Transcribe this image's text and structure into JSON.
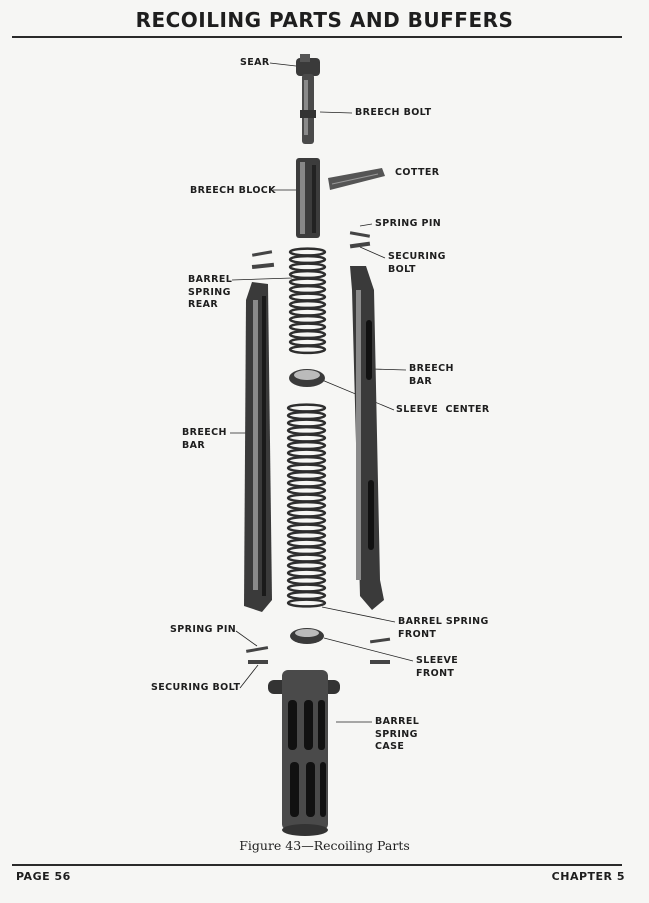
{
  "header": {
    "title": "RECOILING PARTS AND BUFFERS"
  },
  "figure": {
    "caption": "Figure 43—Recoiling Parts",
    "labels": {
      "sear": [
        "SEAR"
      ],
      "breech_bolt": [
        "BREECH BOLT"
      ],
      "breech_block": [
        "BREECH BLOCK"
      ],
      "cotter": [
        "COTTER"
      ],
      "spring_pin_right": [
        "SPRING PIN"
      ],
      "securing_bolt_right": [
        "SECURING",
        "BOLT"
      ],
      "barrel_spring_rear": [
        "BARREL",
        "SPRING",
        "REAR"
      ],
      "breech_bar_right": [
        "BREECH",
        "BAR"
      ],
      "sleeve_center": [
        "SLEEVE  CENTER"
      ],
      "breech_bar_left": [
        "BREECH",
        "BAR"
      ],
      "barrel_spring_front": [
        "BARREL SPRING",
        "FRONT"
      ],
      "spring_pin_left": [
        "SPRING PIN"
      ],
      "sleeve_front": [
        "SLEEVE",
        "FRONT"
      ],
      "securing_bolt_left": [
        "SECURING BOLT"
      ],
      "barrel_spring_case": [
        "BARREL",
        "SPRING",
        "CASE"
      ]
    }
  },
  "footer": {
    "page": "PAGE 56",
    "chapter": "CHAPTER 5"
  }
}
